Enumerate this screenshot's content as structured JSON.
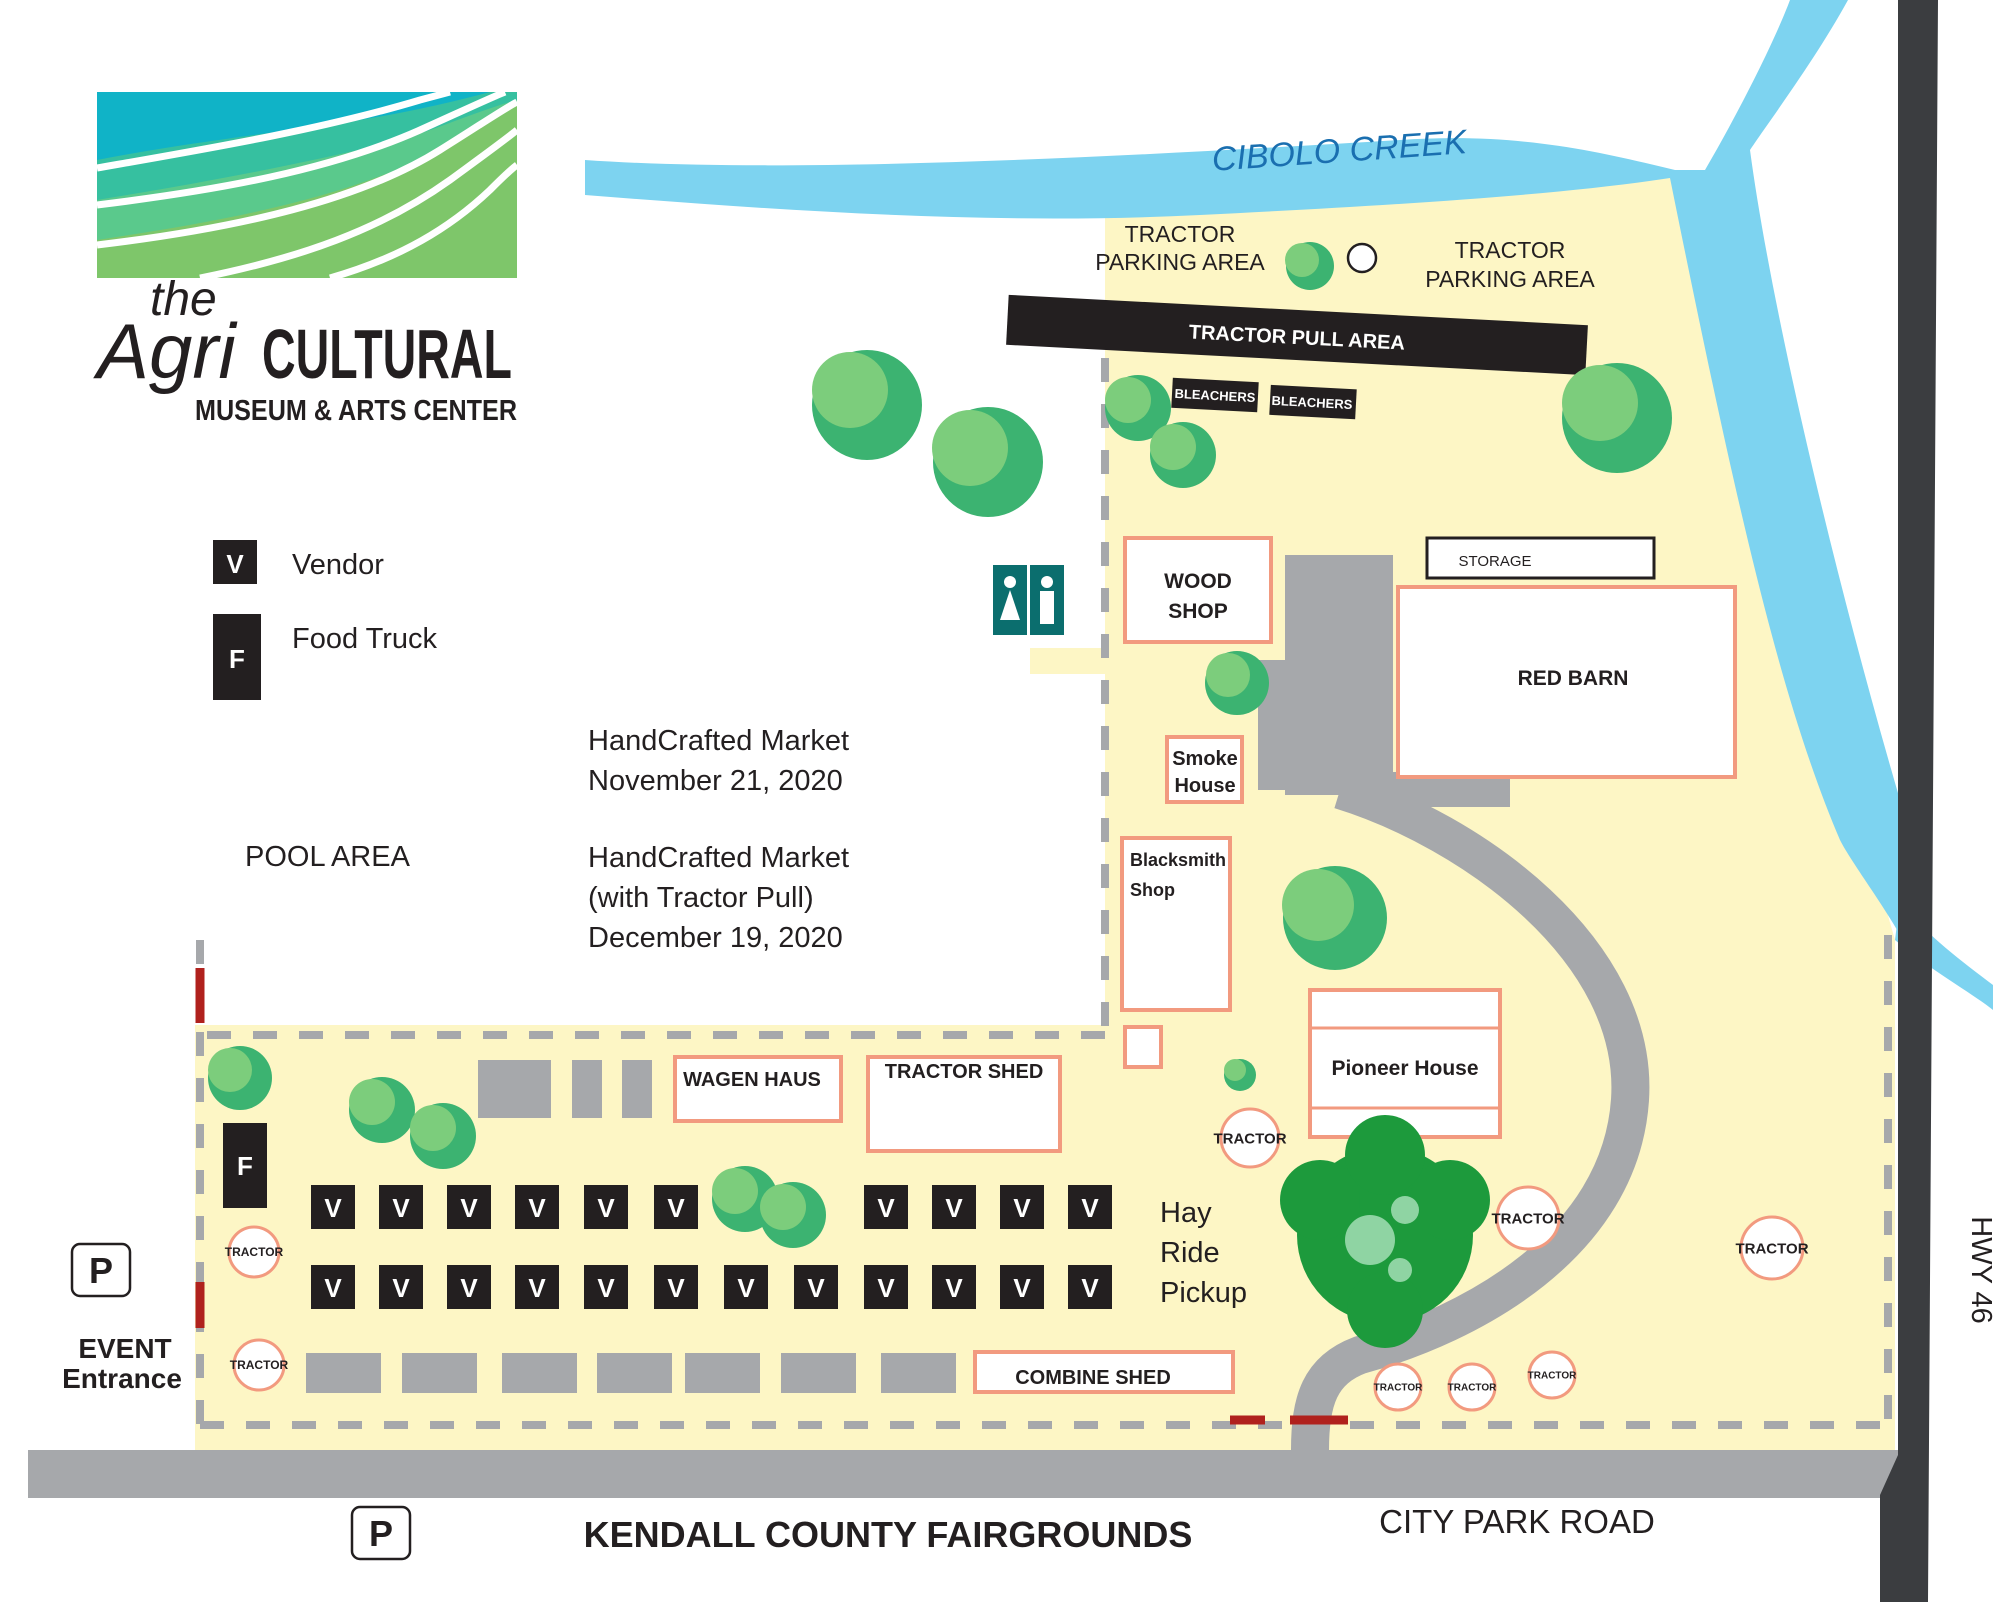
{
  "logo": {
    "script_word": "the",
    "agri": "Agri",
    "cultural": "CULTURAL",
    "subtitle": "MUSEUM & ARTS CENTER"
  },
  "legend": {
    "vendor": {
      "symbol": "V",
      "label": "Vendor"
    },
    "food_truck": {
      "symbol": "F",
      "label": "Food Truck"
    }
  },
  "events": {
    "event1_title": "HandCrafted Market",
    "event1_date": "November 21, 2020",
    "event2_title": "HandCrafted Market",
    "event2_subtitle": "(with Tractor Pull)",
    "event2_date": "December 19, 2020"
  },
  "labels": {
    "pool_area": "POOL AREA",
    "creek": "CIBOLO CREEK",
    "tractor_parking_left_1": "TRACTOR",
    "tractor_parking_left_2": "PARKING AREA",
    "tractor_parking_right_1": "TRACTOR",
    "tractor_parking_right_2": "PARKING AREA",
    "tractor_pull_area": "TRACTOR PULL AREA",
    "bleachers_1": "BLEACHERS",
    "bleachers_2": "BLEACHERS",
    "hay_ride_1": "Hay",
    "hay_ride_2": "Ride",
    "hay_ride_3": "Pickup",
    "event_entrance_1": "EVENT",
    "event_entrance_2": "Entrance",
    "parking_symbol": "P",
    "road_fairgrounds": "KENDALL COUNTY FAIRGROUNDS",
    "road_city_park": "CITY PARK ROAD",
    "road_hwy": "HWY 46"
  },
  "buildings": {
    "wood_shop_1": "WOOD",
    "wood_shop_2": "SHOP",
    "storage": "STORAGE",
    "red_barn": "RED BARN",
    "smoke_house_1": "Smoke",
    "smoke_house_2": "House",
    "blacksmith_1": "Blacksmith",
    "blacksmith_2": "Shop",
    "pioneer_house": "Pioneer House",
    "wagen_haus": "WAGEN HAUS",
    "tractor_shed": "TRACTOR SHED",
    "combine_shed": "COMBINE SHED"
  },
  "markers": {
    "vendor": "V",
    "food_truck": "F",
    "tractor": "TRACTOR"
  },
  "colors": {
    "grounds": "#fdf6c5",
    "creek": "#7dd3f0",
    "road": "#a6a8ab",
    "highway": "#3b3d40",
    "building_border": "#f29a7f",
    "tree_light": "#7ccd7c",
    "tree_dark": "#3cb371",
    "entrance_red": "#b0211d",
    "marker_dark": "#231f20"
  }
}
